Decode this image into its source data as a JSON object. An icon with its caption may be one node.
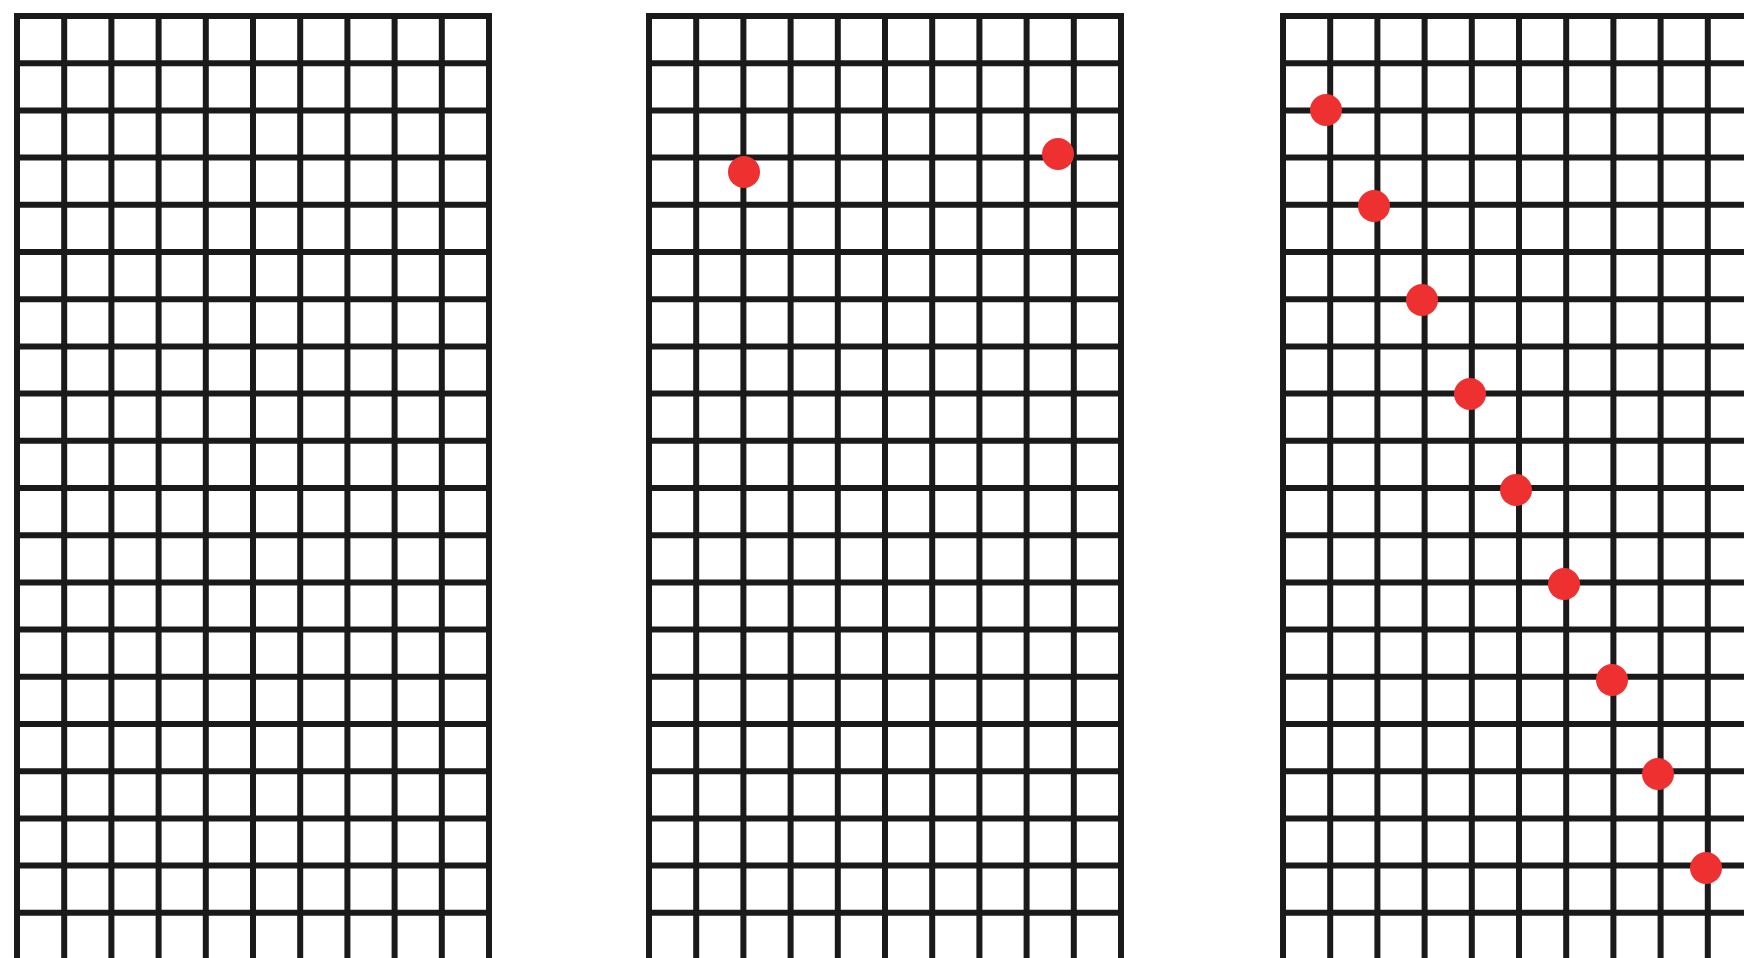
{
  "diagram": {
    "nodes": [
      {
        "text": [],
        "shape": "grid"
      },
      {
        "text": [],
        "shape": "grid"
      },
      {
        "text": [],
        "shape": "circle",
        "in": 1
      },
      {
        "text": [],
        "shape": "circle",
        "in": 1
      },
      {
        "text": [],
        "shape": "grid"
      },
      {
        "text": [],
        "shape": "circle",
        "in": 4
      },
      {
        "text": [],
        "shape": "circle",
        "in": 4
      },
      {
        "text": [],
        "shape": "circle",
        "in": 4
      },
      {
        "text": [],
        "shape": "circle",
        "in": 4
      },
      {
        "text": [],
        "shape": "circle",
        "in": 4
      },
      {
        "text": [],
        "shape": "circle",
        "in": 4
      },
      {
        "text": [],
        "shape": "circle",
        "in": 4
      },
      {
        "text": [],
        "shape": "circle",
        "in": 4
      },
      {
        "text": [],
        "shape": "circle",
        "in": 4
      }
    ]
  }
}
